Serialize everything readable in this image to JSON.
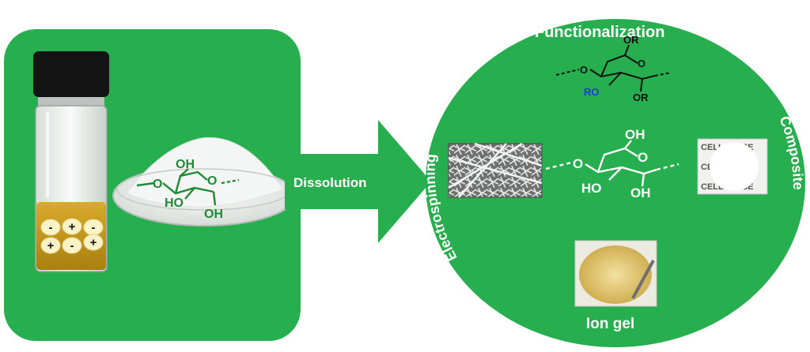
{
  "colors": {
    "green": "#27AE4F",
    "dark_green": "#1E7A2E",
    "blue_r": "#1F3FD0",
    "ionic_liquid": "#C79A1E",
    "white": "#FFFFFF"
  },
  "left_panel": {
    "ions": [
      "-",
      "+",
      "-",
      "+",
      "-",
      "+"
    ],
    "cellulose_labels": {
      "oh_top": "OH",
      "o_ring": "O",
      "o_link": "O",
      "ho": "HO",
      "oh_bottom": "OH"
    }
  },
  "arrow": {
    "label": "Dissolution"
  },
  "circle": {
    "title": "Functionalization",
    "left_label": "Electrospinning",
    "right_label": "Composite",
    "bottom_label": "Ion gel",
    "functionalized": {
      "or_top": "OR",
      "o_link": "O",
      "ro": "RO",
      "or_bottom": "OR",
      "o_ring": "O"
    },
    "center_cellulose": {
      "oh_top": "OH",
      "o_link": "O",
      "o_ring": "O",
      "ho": "HO",
      "oh_bottom": "OH"
    },
    "composite_text": [
      "CELLULOSE",
      "CELLULOSE",
      "CELLULOSE"
    ]
  }
}
